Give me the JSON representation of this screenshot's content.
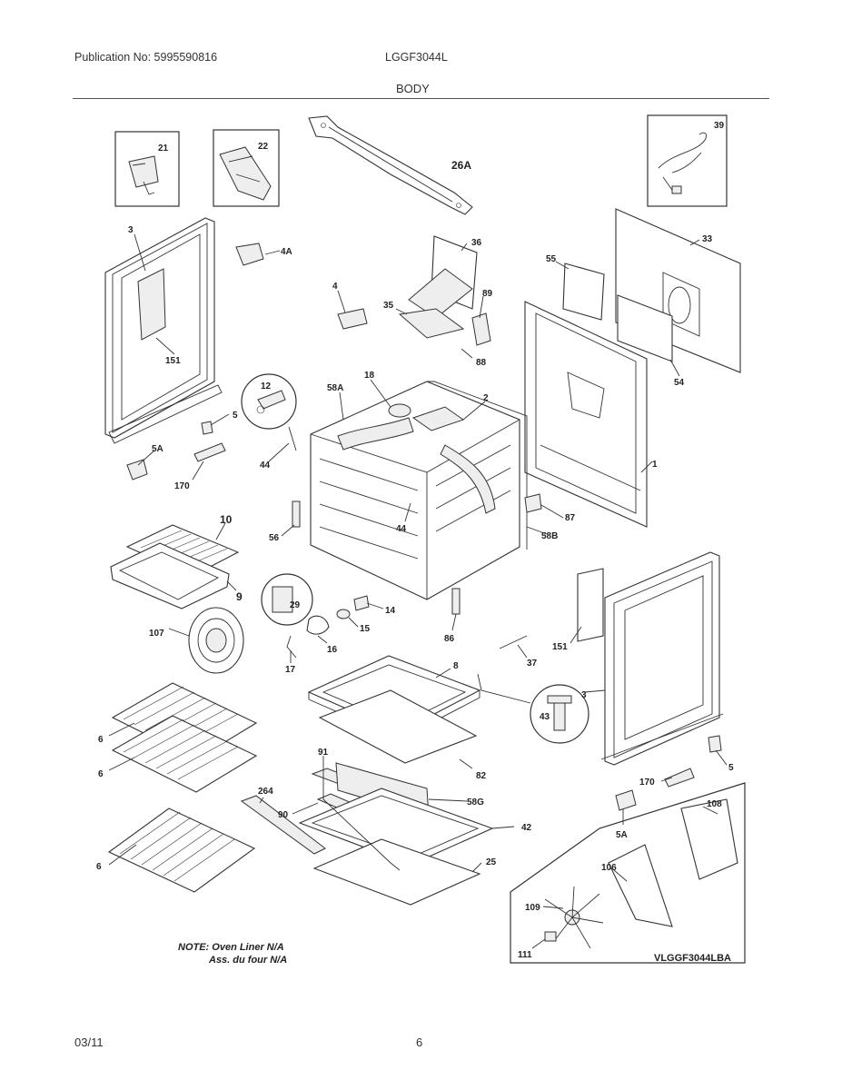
{
  "header": {
    "publication": "Publication No: 5995590816",
    "model": "LGGF3044L",
    "section_title": "BODY"
  },
  "notes": {
    "line1": "NOTE: Oven Liner N/A",
    "line2": "Ass. du four N/A"
  },
  "diagram_code": "VLGGF3044LBA",
  "footer": {
    "date": "03/11",
    "page": "6"
  },
  "part_labels": {
    "p21": "21",
    "p22": "22",
    "p26A": "26A",
    "p39": "39",
    "p3_left": "3",
    "p4A": "4A",
    "p36": "36",
    "p33": "33",
    "p55": "55",
    "p4": "4",
    "p35": "35",
    "p89": "89",
    "p88": "88",
    "p151_left": "151",
    "p54": "54",
    "p12": "12",
    "p18": "18",
    "p58A": "58A",
    "p2": "2",
    "p5_left": "5",
    "p5A_left": "5A",
    "p44_a": "44",
    "p170_left": "170",
    "p1": "1",
    "p10": "10",
    "p56": "56",
    "p44_b": "44",
    "p87": "87",
    "p58B": "58B",
    "p9": "9",
    "p29": "29",
    "p14": "14",
    "p107": "107",
    "p15": "15",
    "p86": "86",
    "p151_right": "151",
    "p16": "16",
    "p17": "17",
    "p37": "37",
    "p8": "8",
    "p3_right": "3",
    "p43": "43",
    "p6_a": "6",
    "p6_b": "6",
    "p91": "91",
    "p82": "82",
    "p5_right": "5",
    "p264": "264",
    "p170_right": "170",
    "p90": "90",
    "p58G": "58G",
    "p42": "42",
    "p108": "108",
    "p5A_right": "5A",
    "p25": "25",
    "p6_c": "6",
    "p106": "106",
    "p109": "109",
    "p111": "111"
  }
}
